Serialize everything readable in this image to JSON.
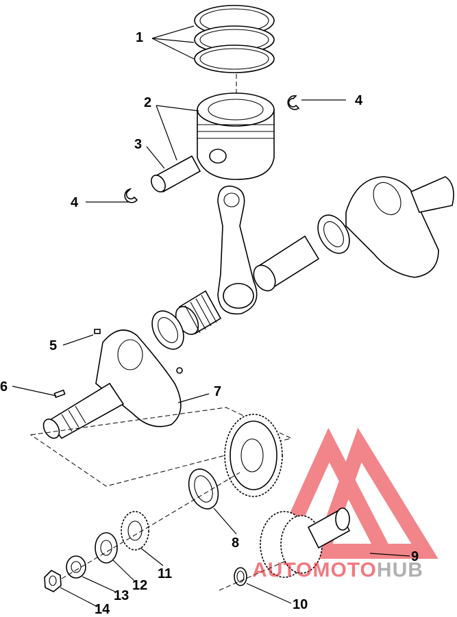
{
  "callouts": [
    {
      "id": "1",
      "text": "1"
    },
    {
      "id": "2",
      "text": "2"
    },
    {
      "id": "3",
      "text": "3"
    },
    {
      "id": "4a",
      "text": "4"
    },
    {
      "id": "4b",
      "text": "4"
    },
    {
      "id": "5",
      "text": "5"
    },
    {
      "id": "6",
      "text": "6"
    },
    {
      "id": "7",
      "text": "7"
    },
    {
      "id": "8",
      "text": "8"
    },
    {
      "id": "9",
      "text": "9"
    },
    {
      "id": "10",
      "text": "10"
    },
    {
      "id": "11",
      "text": "11"
    },
    {
      "id": "12",
      "text": "12"
    },
    {
      "id": "13",
      "text": "13"
    },
    {
      "id": "14",
      "text": "14"
    }
  ],
  "watermark": {
    "part1": "AUTO",
    "part2": "MOTO",
    "part3": "HUB",
    "color_red": "#e8222b",
    "color_gray": "#7d7d7d"
  }
}
